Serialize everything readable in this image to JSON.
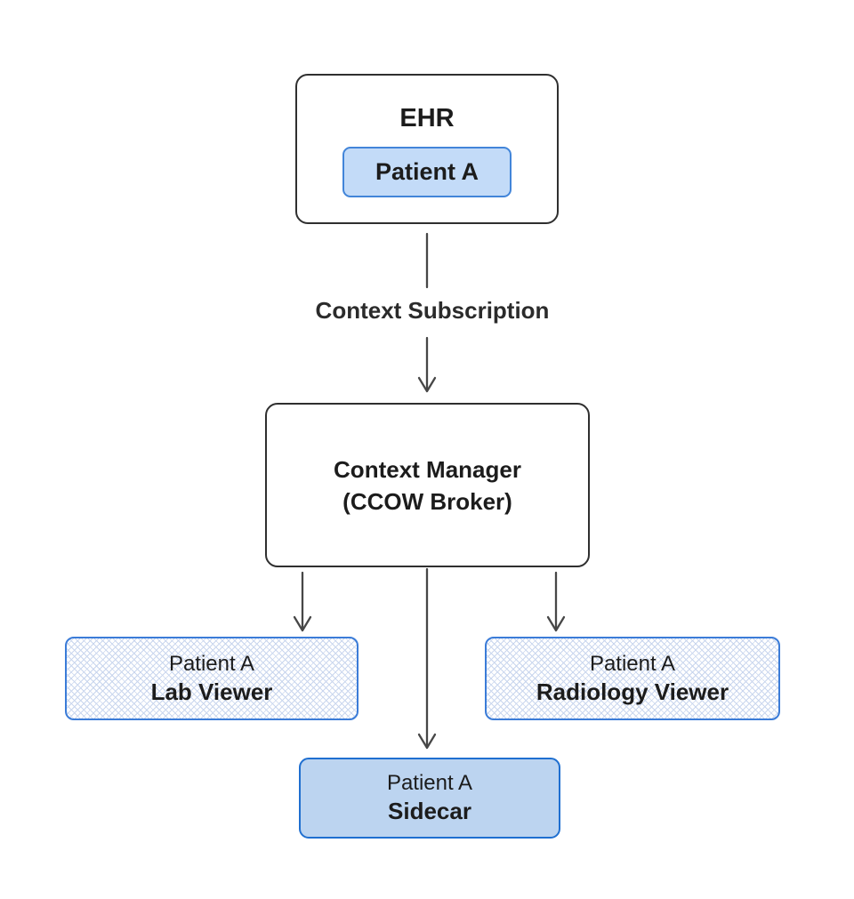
{
  "nodes": {
    "ehr": {
      "title": "EHR",
      "chip_label": "Patient A"
    },
    "context_manager": {
      "line1": "Context Manager",
      "line2": "(CCOW Broker)"
    },
    "lab_viewer": {
      "line1": "Patient A",
      "line2": "Lab Viewer"
    },
    "radiology_viewer": {
      "line1": "Patient A",
      "line2": "Radiology Viewer"
    },
    "sidecar": {
      "line1": "Patient A",
      "line2": "Sidecar"
    }
  },
  "edges": {
    "subscription_label": "Context Subscription"
  },
  "colors": {
    "canvas-bg": "#ffffff",
    "box-border-dark": "#2f2f2f",
    "arrow": "#474747",
    "chip-fill": "#c3dbf8",
    "chip-border": "#4285d9",
    "solid-fill": "#bcd4f0",
    "solid-border": "#1f6fd0",
    "hatch-border": "#3b7cd8",
    "hatch-line": "#c9d6ee",
    "text-dark": "#1c1c1c"
  }
}
